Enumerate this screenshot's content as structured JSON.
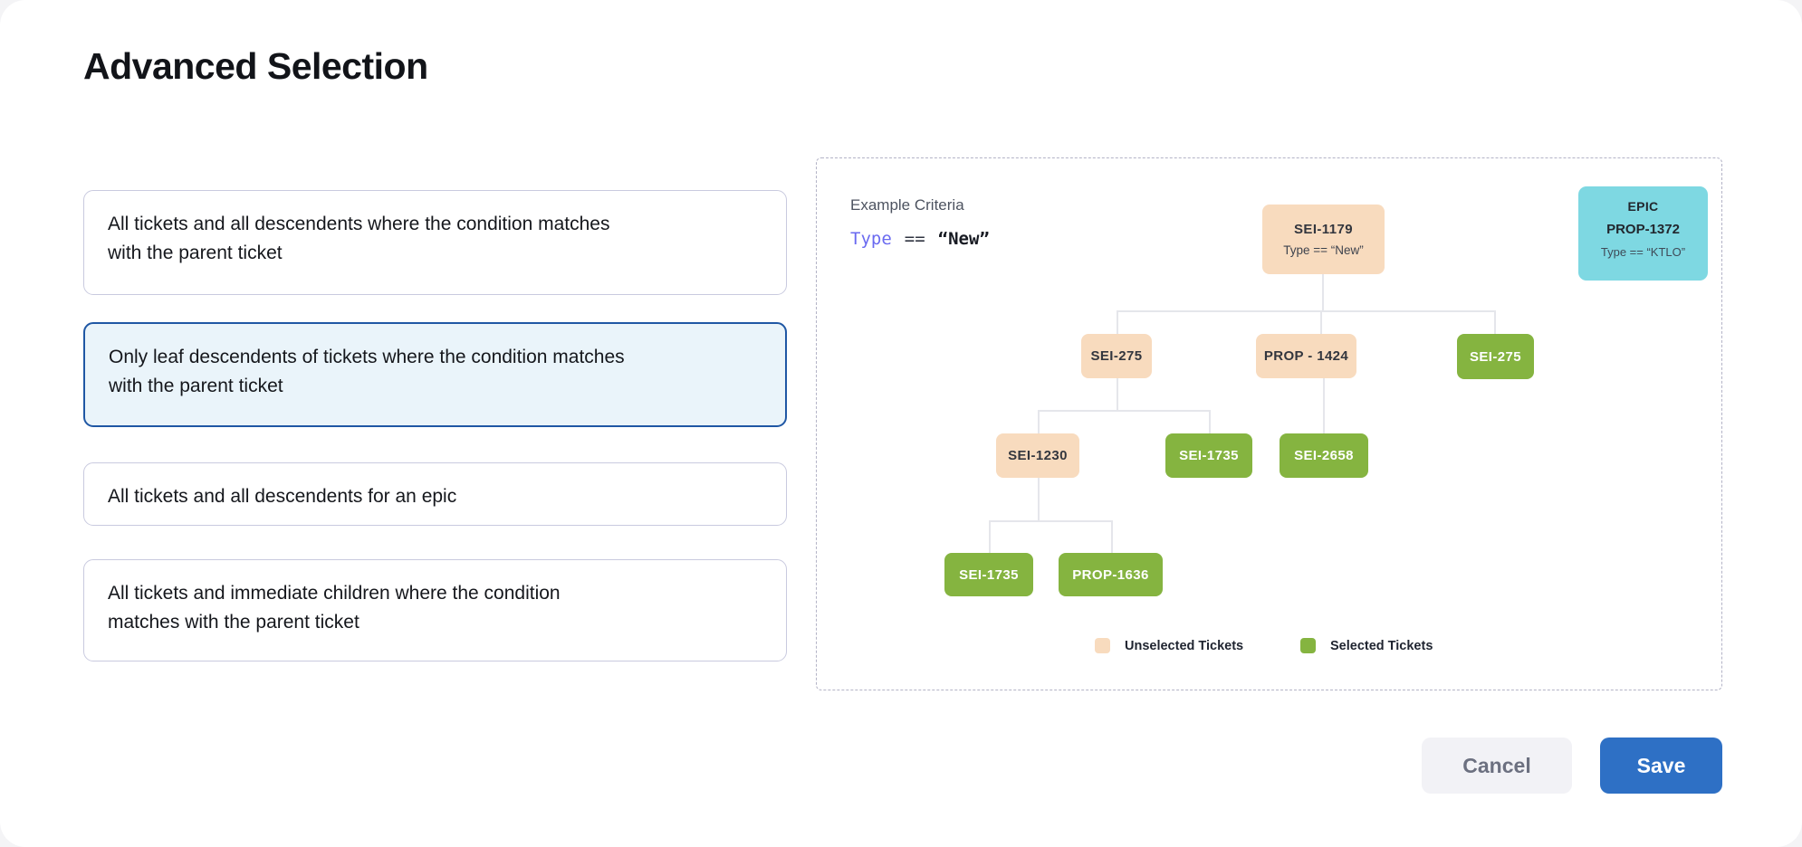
{
  "page": {
    "title": "Advanced Selection"
  },
  "options": [
    {
      "label": "All tickets and all descendents where the condition matches with the parent ticket",
      "selected": false
    },
    {
      "label": "Only leaf descendents of tickets where the condition matches with the parent ticket",
      "selected": true
    },
    {
      "label": "All tickets and all descendents for an epic",
      "selected": false
    },
    {
      "label": "All tickets and immediate children where the condition matches with the parent ticket",
      "selected": false
    }
  ],
  "example": {
    "heading": "Example Criteria",
    "criteria": {
      "lhs": "Type",
      "operator": "==",
      "rhs": "“New”"
    },
    "epic_card": {
      "type_label": "EPIC",
      "id": "PROP-1372",
      "condition": "Type == “KTLO”"
    },
    "tree": {
      "nodes": [
        {
          "id": "SEI-1179",
          "condition": "Type == “New”",
          "state": "unselected"
        },
        {
          "id": "SEI-275",
          "state": "unselected"
        },
        {
          "id": "PROP - 1424",
          "state": "unselected"
        },
        {
          "id": "SEI-275",
          "state": "selected"
        },
        {
          "id": "SEI-1230",
          "state": "unselected"
        },
        {
          "id": "SEI-1735",
          "state": "selected"
        },
        {
          "id": "SEI-2658",
          "state": "selected"
        },
        {
          "id": "SEI-1735",
          "state": "selected"
        },
        {
          "id": "PROP-1636",
          "state": "selected"
        }
      ]
    },
    "legend": [
      {
        "label": "Unselected Tickets",
        "color": "#f8dbbe"
      },
      {
        "label": "Selected Tickets",
        "color": "#85b440"
      }
    ]
  },
  "footer": {
    "cancel_label": "Cancel",
    "save_label": "Save"
  },
  "colors": {
    "unselected_ticket": "#f8dbbe",
    "selected_ticket": "#85b440",
    "epic_card": "#7ed8e2",
    "selected_option_border": "#1f57a4",
    "selected_option_bg": "#eaf4fa",
    "save_button": "#2e70c5",
    "criteria_keyword": "#6a6af0"
  }
}
